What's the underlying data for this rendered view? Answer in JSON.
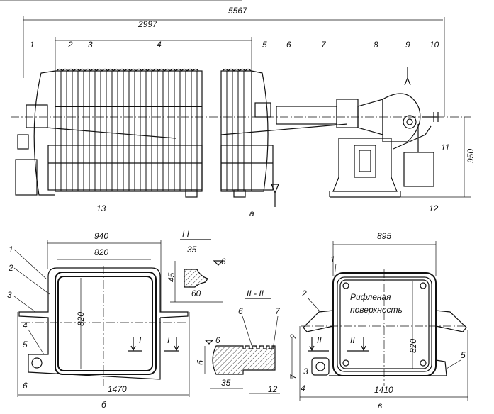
{
  "view_a": {
    "label": "а",
    "dim_total": "5567",
    "dim_plates": "2997",
    "dim_height": "950",
    "callouts": [
      "1",
      "2",
      "3",
      "4",
      "5",
      "6",
      "7",
      "8",
      "9",
      "10",
      "11",
      "12",
      "13"
    ]
  },
  "view_b": {
    "label": "б",
    "dim_outer_width": "940",
    "dim_inner_width": "820",
    "dim_inner_height": "820",
    "dim_overall": "1470",
    "callouts": [
      "1",
      "2",
      "3",
      "4",
      "5",
      "6"
    ],
    "section_mark": "I",
    "section_I": {
      "title": "I  I",
      "dim_top": "35",
      "dim_side": "45",
      "dim_bottom": "60",
      "roughness": "6"
    }
  },
  "section_II": {
    "title": "II - II",
    "callouts": [
      "6",
      "7"
    ],
    "roughness": "6",
    "dim_thickness": "б",
    "dim_length": "35",
    "dim_pitch": "12",
    "dim_depth": "2",
    "dim_right": "7"
  },
  "view_v": {
    "label": "в",
    "dim_width": "895",
    "dim_height": "820",
    "dim_overall": "1410",
    "surface_note_line1": "Рифленая",
    "surface_note_line2": "поверхность",
    "callouts": [
      "1",
      "2",
      "3",
      "4",
      "5"
    ],
    "section_mark": "II"
  }
}
